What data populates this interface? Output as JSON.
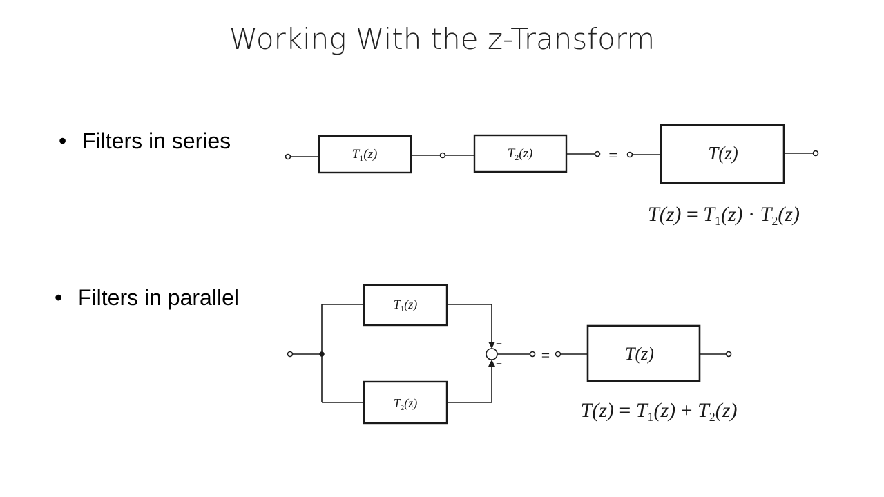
{
  "slide": {
    "title": "Working With the z-Transform",
    "bullets": [
      {
        "marker": "•",
        "text": "Filters in series"
      },
      {
        "marker": "•",
        "text": "Filters in parallel"
      }
    ]
  },
  "series_diagram": {
    "block1": {
      "symbol": "T",
      "subscript": "1",
      "arg": "(z)"
    },
    "block2": {
      "symbol": "T",
      "subscript": "2",
      "arg": "(z)"
    },
    "equivalent_block": {
      "symbol": "T",
      "arg": "(z)"
    },
    "equals_sign": "=",
    "equation": {
      "lhs_symbol": "T",
      "lhs_arg": "(z)",
      "eq": " = ",
      "t1_symbol": "T",
      "t1_sub": "1",
      "t1_arg": "(z)",
      "op": " · ",
      "t2_symbol": "T",
      "t2_sub": "2",
      "t2_arg": "(z)"
    }
  },
  "parallel_diagram": {
    "block1": {
      "symbol": "T",
      "subscript": "1",
      "arg": "(z)"
    },
    "block2": {
      "symbol": "T",
      "subscript": "2",
      "arg": "(z)"
    },
    "summer_signs": [
      "+",
      "+"
    ],
    "equivalent_block": {
      "symbol": "T",
      "arg": "(z)"
    },
    "equals_sign": "=",
    "equation": {
      "lhs_symbol": "T",
      "lhs_arg": "(z)",
      "eq": " = ",
      "t1_symbol": "T",
      "t1_sub": "1",
      "t1_arg": "(z)",
      "op": " + ",
      "t2_symbol": "T",
      "t2_sub": "2",
      "t2_arg": "(z)"
    }
  },
  "colors": {
    "ink": "#1a1a1a",
    "background": "#ffffff"
  }
}
